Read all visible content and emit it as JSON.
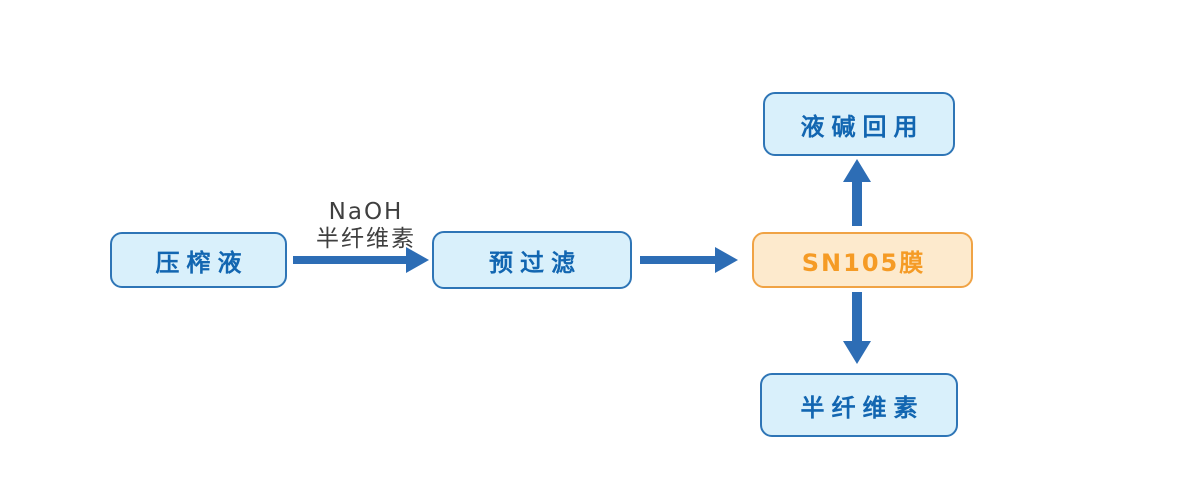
{
  "diagram": {
    "nodes": [
      {
        "id": "press-liquid",
        "label": "压榨液"
      },
      {
        "id": "pre-filter",
        "label": "预过滤"
      },
      {
        "id": "sn105-membrane",
        "label": "SN105膜"
      },
      {
        "id": "alkali-recycle",
        "label": "液碱回用"
      },
      {
        "id": "hemicellulose",
        "label": "半纤维素"
      }
    ],
    "edge_labels": {
      "press_to_prefilter": [
        "NaOH",
        "半纤维素"
      ]
    }
  },
  "colors": {
    "background": "#ffffff",
    "blue-node-fill": "#d9f0fb",
    "blue-node-border": "#2e75b6",
    "blue-node-text": "#1266b1",
    "orange-node-fill": "#fdeacd",
    "orange-node-border": "#f0a345",
    "orange-node-text": "#f59b25",
    "arrow": "#2d6db5",
    "edge-label-text": "#3f3f3f"
  }
}
